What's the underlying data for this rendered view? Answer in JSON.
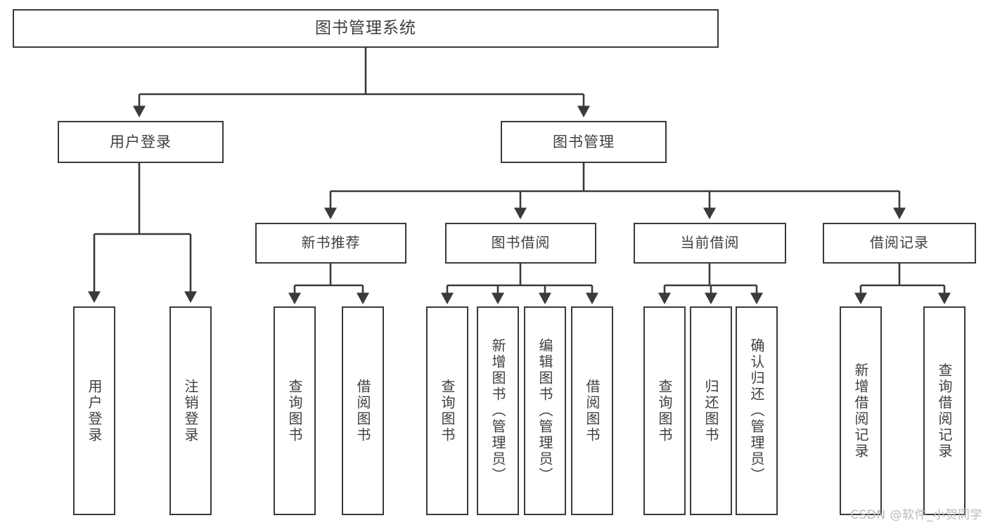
{
  "diagram": {
    "title": "图书管理系统",
    "type": "tree-hierarchy-chart",
    "root": {
      "label": "图书管理系统"
    },
    "level1": [
      {
        "label": "用户登录"
      },
      {
        "label": "图书管理"
      }
    ],
    "level2": [
      {
        "label": "新书推荐"
      },
      {
        "label": "图书借阅"
      },
      {
        "label": "当前借阅"
      },
      {
        "label": "借阅记录"
      }
    ],
    "leaves": {
      "user_login": [
        {
          "label": "用户登录"
        },
        {
          "label": "注销登录"
        }
      ],
      "new_book_recommend": [
        {
          "label": "查询图书"
        },
        {
          "label": "借阅图书"
        }
      ],
      "book_borrow": [
        {
          "label": "查询图书"
        },
        {
          "label": "新增图书（管理员）"
        },
        {
          "label": "编辑图书（管理员）"
        },
        {
          "label": "借阅图书"
        }
      ],
      "current_borrow": [
        {
          "label": "查询图书"
        },
        {
          "label": "归还图书"
        },
        {
          "label": "确认归还（管理员）"
        }
      ],
      "borrow_record": [
        {
          "label": "新增借阅记录"
        },
        {
          "label": "查询借阅记录"
        }
      ]
    }
  },
  "watermark": {
    "text": "CSDN @软件_小贺同学"
  },
  "colors": {
    "stroke": "#3a3a3a",
    "text": "#3f3f3f",
    "background": "#ffffff",
    "watermark": "#b9b9b9"
  }
}
